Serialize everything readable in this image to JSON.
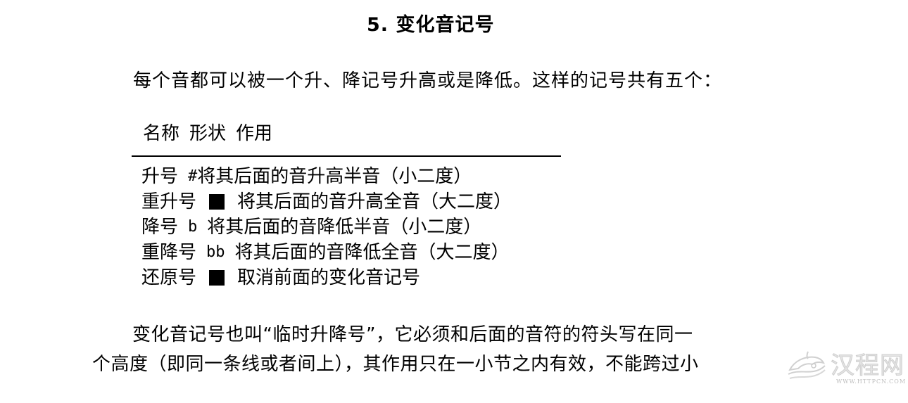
{
  "title": "5. 变化音记号",
  "intro": "每个音都可以被一个升、降记号升高或是降低。这样的记号共有五个：",
  "table": {
    "headers": [
      "名称",
      "形状",
      "作用"
    ],
    "rows": [
      {
        "name": "升号",
        "shape": "#",
        "shape_type": "text",
        "effect": "将其后面的音升高半音（小二度）"
      },
      {
        "name": "重升号",
        "shape": "■",
        "shape_type": "square",
        "effect": "将其后面的音升高全音（大二度）"
      },
      {
        "name": "降号",
        "shape": "b",
        "shape_type": "text",
        "effect": "将其后面的音降低半音（小二度）"
      },
      {
        "name": "重降号",
        "shape": "bb",
        "shape_type": "text",
        "effect": "将其后面的音降低全音（大二度）"
      },
      {
        "name": "还原号",
        "shape": "■",
        "shape_type": "square",
        "effect": "取消前面的变化音记号"
      }
    ]
  },
  "paragraph": {
    "line1": "变化音记号也叫“临时升降号”，它必须和后面的音符的符头写在同一",
    "line2": "个高度（即同一条线或者间上），其作用只在一小节之内有效，不能跨过小"
  },
  "watermark": {
    "text": "汉程网",
    "url": "WWW.HTTPCN.COM",
    "icon": "dolphin-logo-icon"
  }
}
